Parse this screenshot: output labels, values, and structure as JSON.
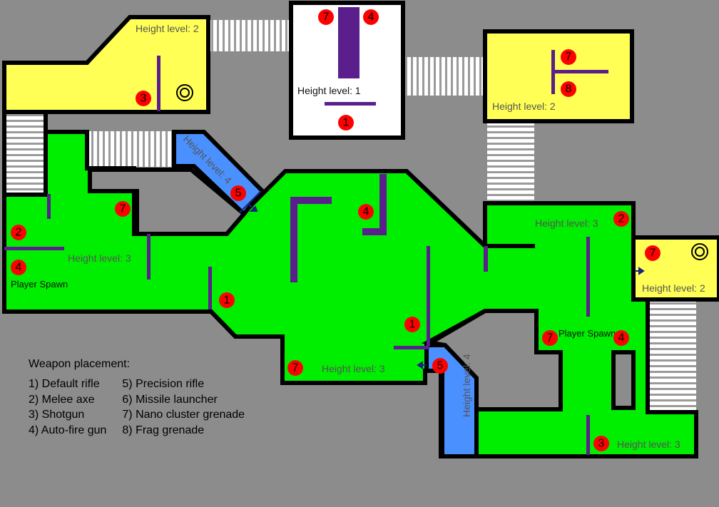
{
  "height_labels": {
    "top_left": "Height level: 2",
    "top_center": "Height level: 1",
    "top_right": "Height level: 2",
    "blue_ramp_upper": "Height level: 4",
    "left_green": "Height level: 3",
    "center_green": "Height level: 3",
    "right_green": "Height level: 3",
    "right_small": "Height level: 2",
    "blue_ramp_lower": "Height level: 4",
    "bottom_right": "Height level: 3"
  },
  "spawn_labels": {
    "left": "Player Spawn",
    "right": "Player Spawn"
  },
  "weapon_markers": [
    "3",
    "7",
    "4",
    "1",
    "7",
    "8",
    "5",
    "7",
    "4",
    "2",
    "4",
    "1",
    "1",
    "7",
    "2",
    "7",
    "4",
    "5",
    "7",
    "3"
  ],
  "legend": {
    "title": "Weapon placement:",
    "col1": [
      "1) Default rifle",
      "2) Melee axe",
      "3) Shotgun",
      "4) Auto-fire gun"
    ],
    "col2": [
      "5) Precision rifle",
      "6) Missile launcher",
      "7) Nano cluster grenade",
      "8) Frag grenade"
    ]
  },
  "colors": {
    "background": "#8c8c8c",
    "green_area": "#00ee00",
    "yellow_area": "#ffff55",
    "white_area": "#ffffff",
    "blue_ramp": "#4a90ff",
    "wall": "#000000",
    "cover": "#5a1f8c",
    "marker": "#ff0000"
  },
  "icons": [
    "stairs-icon",
    "target-ring-icon",
    "arrow-icon"
  ]
}
